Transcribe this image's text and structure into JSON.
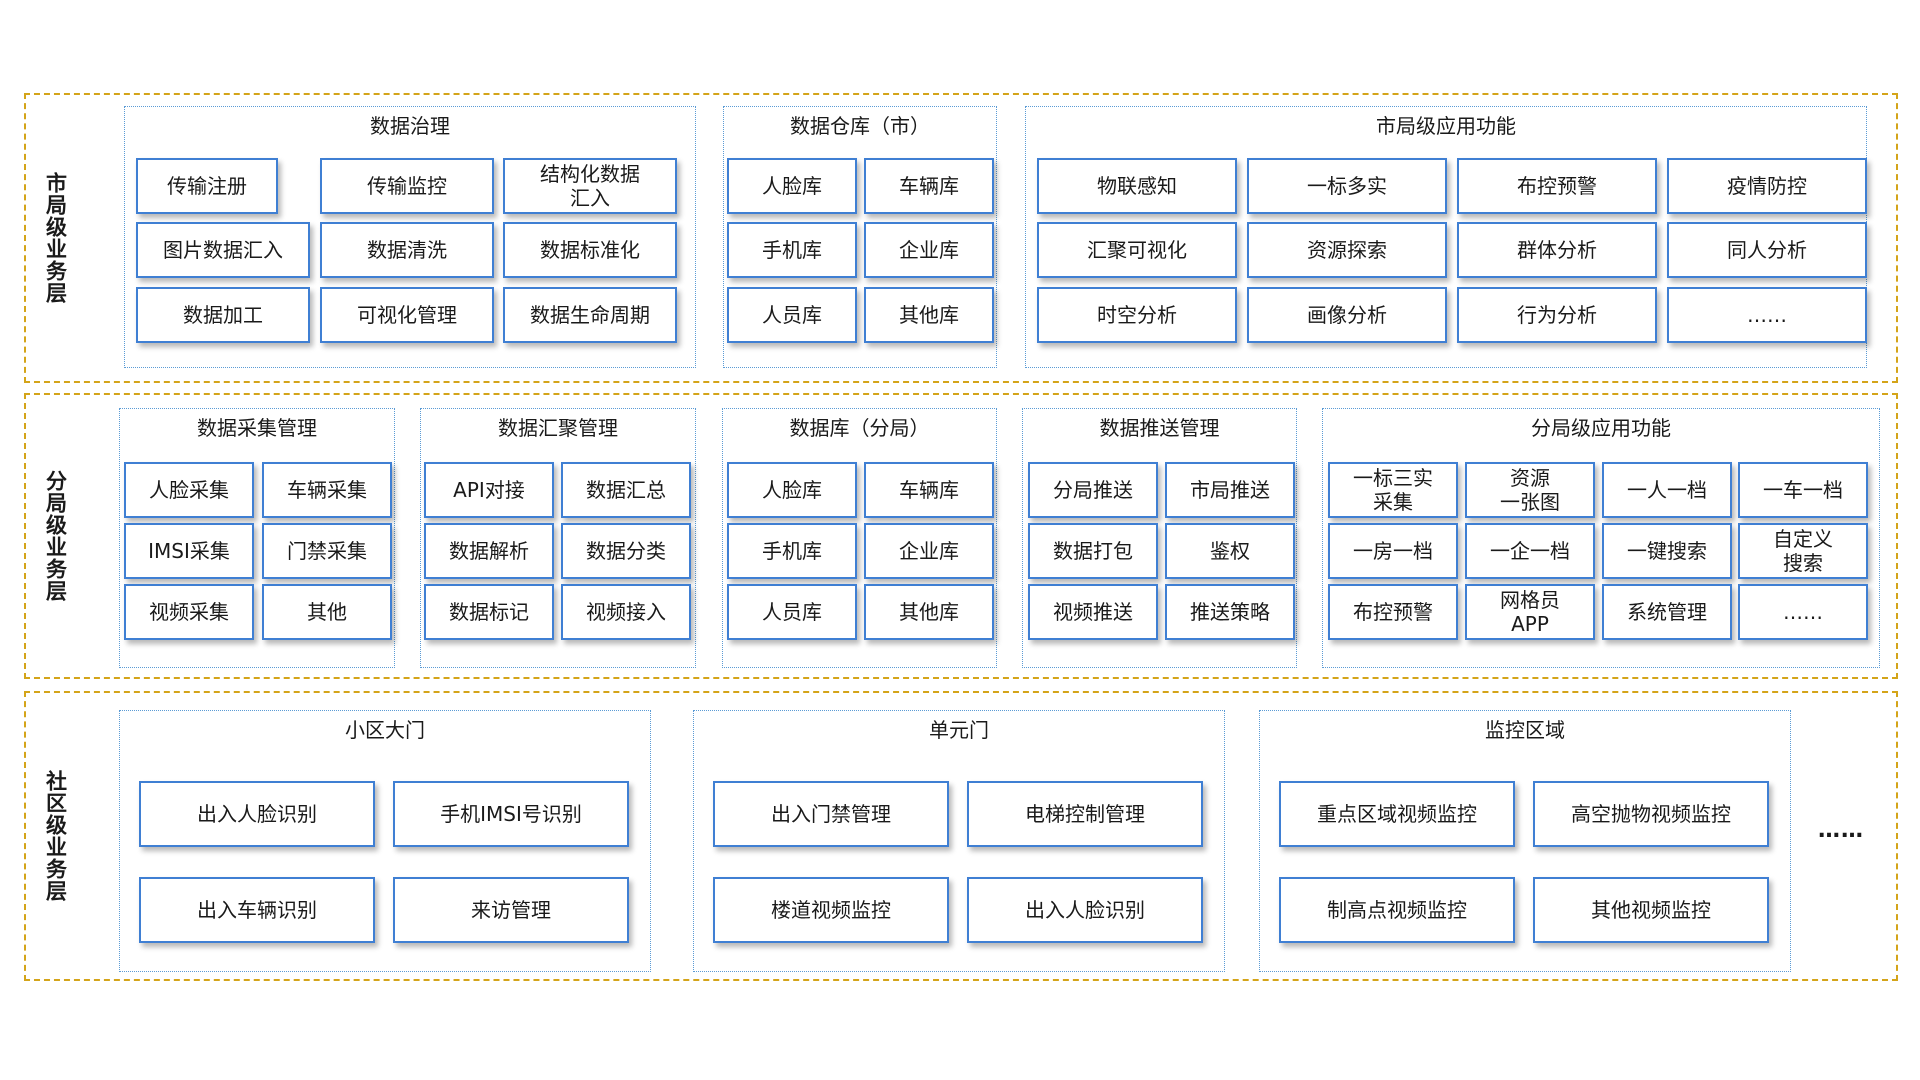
{
  "layers": {
    "city": {
      "label": "市局级业务层"
    },
    "branch": {
      "label": "分局级业务层"
    },
    "community": {
      "label": "社区级业务层"
    }
  },
  "city": {
    "data_governance": {
      "title": "数据治理",
      "items": [
        "传输注册",
        "传输监控",
        "结构化数据\n汇入",
        "图片数据汇入",
        "数据清洗",
        "数据标准化",
        "数据加工",
        "可视化管理",
        "数据生命周期"
      ]
    },
    "data_warehouse": {
      "title": "数据仓库（市）",
      "items": [
        "人脸库",
        "车辆库",
        "手机库",
        "企业库",
        "人员库",
        "其他库"
      ]
    },
    "city_apps": {
      "title": "市局级应用功能",
      "items": [
        "物联感知",
        "一标多实",
        "布控预警",
        "疫情防控",
        "汇聚可视化",
        "资源探索",
        "群体分析",
        "同人分析",
        "时空分析",
        "画像分析",
        "行为分析",
        "……"
      ]
    }
  },
  "branch": {
    "collection": {
      "title": "数据采集管理",
      "items": [
        "人脸采集",
        "车辆采集",
        "IMSI采集",
        "门禁采集",
        "视频采集",
        "其他"
      ]
    },
    "aggregation": {
      "title": "数据汇聚管理",
      "items": [
        "API对接",
        "数据汇总",
        "数据解析",
        "数据分类",
        "数据标记",
        "视频接入"
      ]
    },
    "database": {
      "title": "数据库（分局）",
      "items": [
        "人脸库",
        "车辆库",
        "手机库",
        "企业库",
        "人员库",
        "其他库"
      ]
    },
    "push": {
      "title": "数据推送管理",
      "items": [
        "分局推送",
        "市局推送",
        "数据打包",
        "鉴权",
        "视频推送",
        "推送策略"
      ]
    },
    "branch_apps": {
      "title": "分局级应用功能",
      "items": [
        "一标三实\n采集",
        "资源\n一张图",
        "一人一档",
        "一车一档",
        "一房一档",
        "一企一档",
        "一键搜索",
        "自定义\n搜索",
        "布控预警",
        "网格员\nAPP",
        "系统管理",
        "……"
      ]
    }
  },
  "community": {
    "gate": {
      "title": "小区大门",
      "items": [
        "出入人脸识别",
        "手机IMSI号识别",
        "出入车辆识别",
        "来访管理"
      ]
    },
    "unit_door": {
      "title": "单元门",
      "items": [
        "出入门禁管理",
        "电梯控制管理",
        "楼道视频监控",
        "出入人脸识别"
      ]
    },
    "monitor_area": {
      "title": "监控区域",
      "items": [
        "重点区域视频监控",
        "高空抛物视频监控",
        "制高点视频监控",
        "其他视频监控"
      ]
    },
    "more": "……"
  },
  "colors": {
    "layer_border": "#d4a419",
    "group_border": "#5b9bd5",
    "box_border": "#3f7fd3"
  }
}
